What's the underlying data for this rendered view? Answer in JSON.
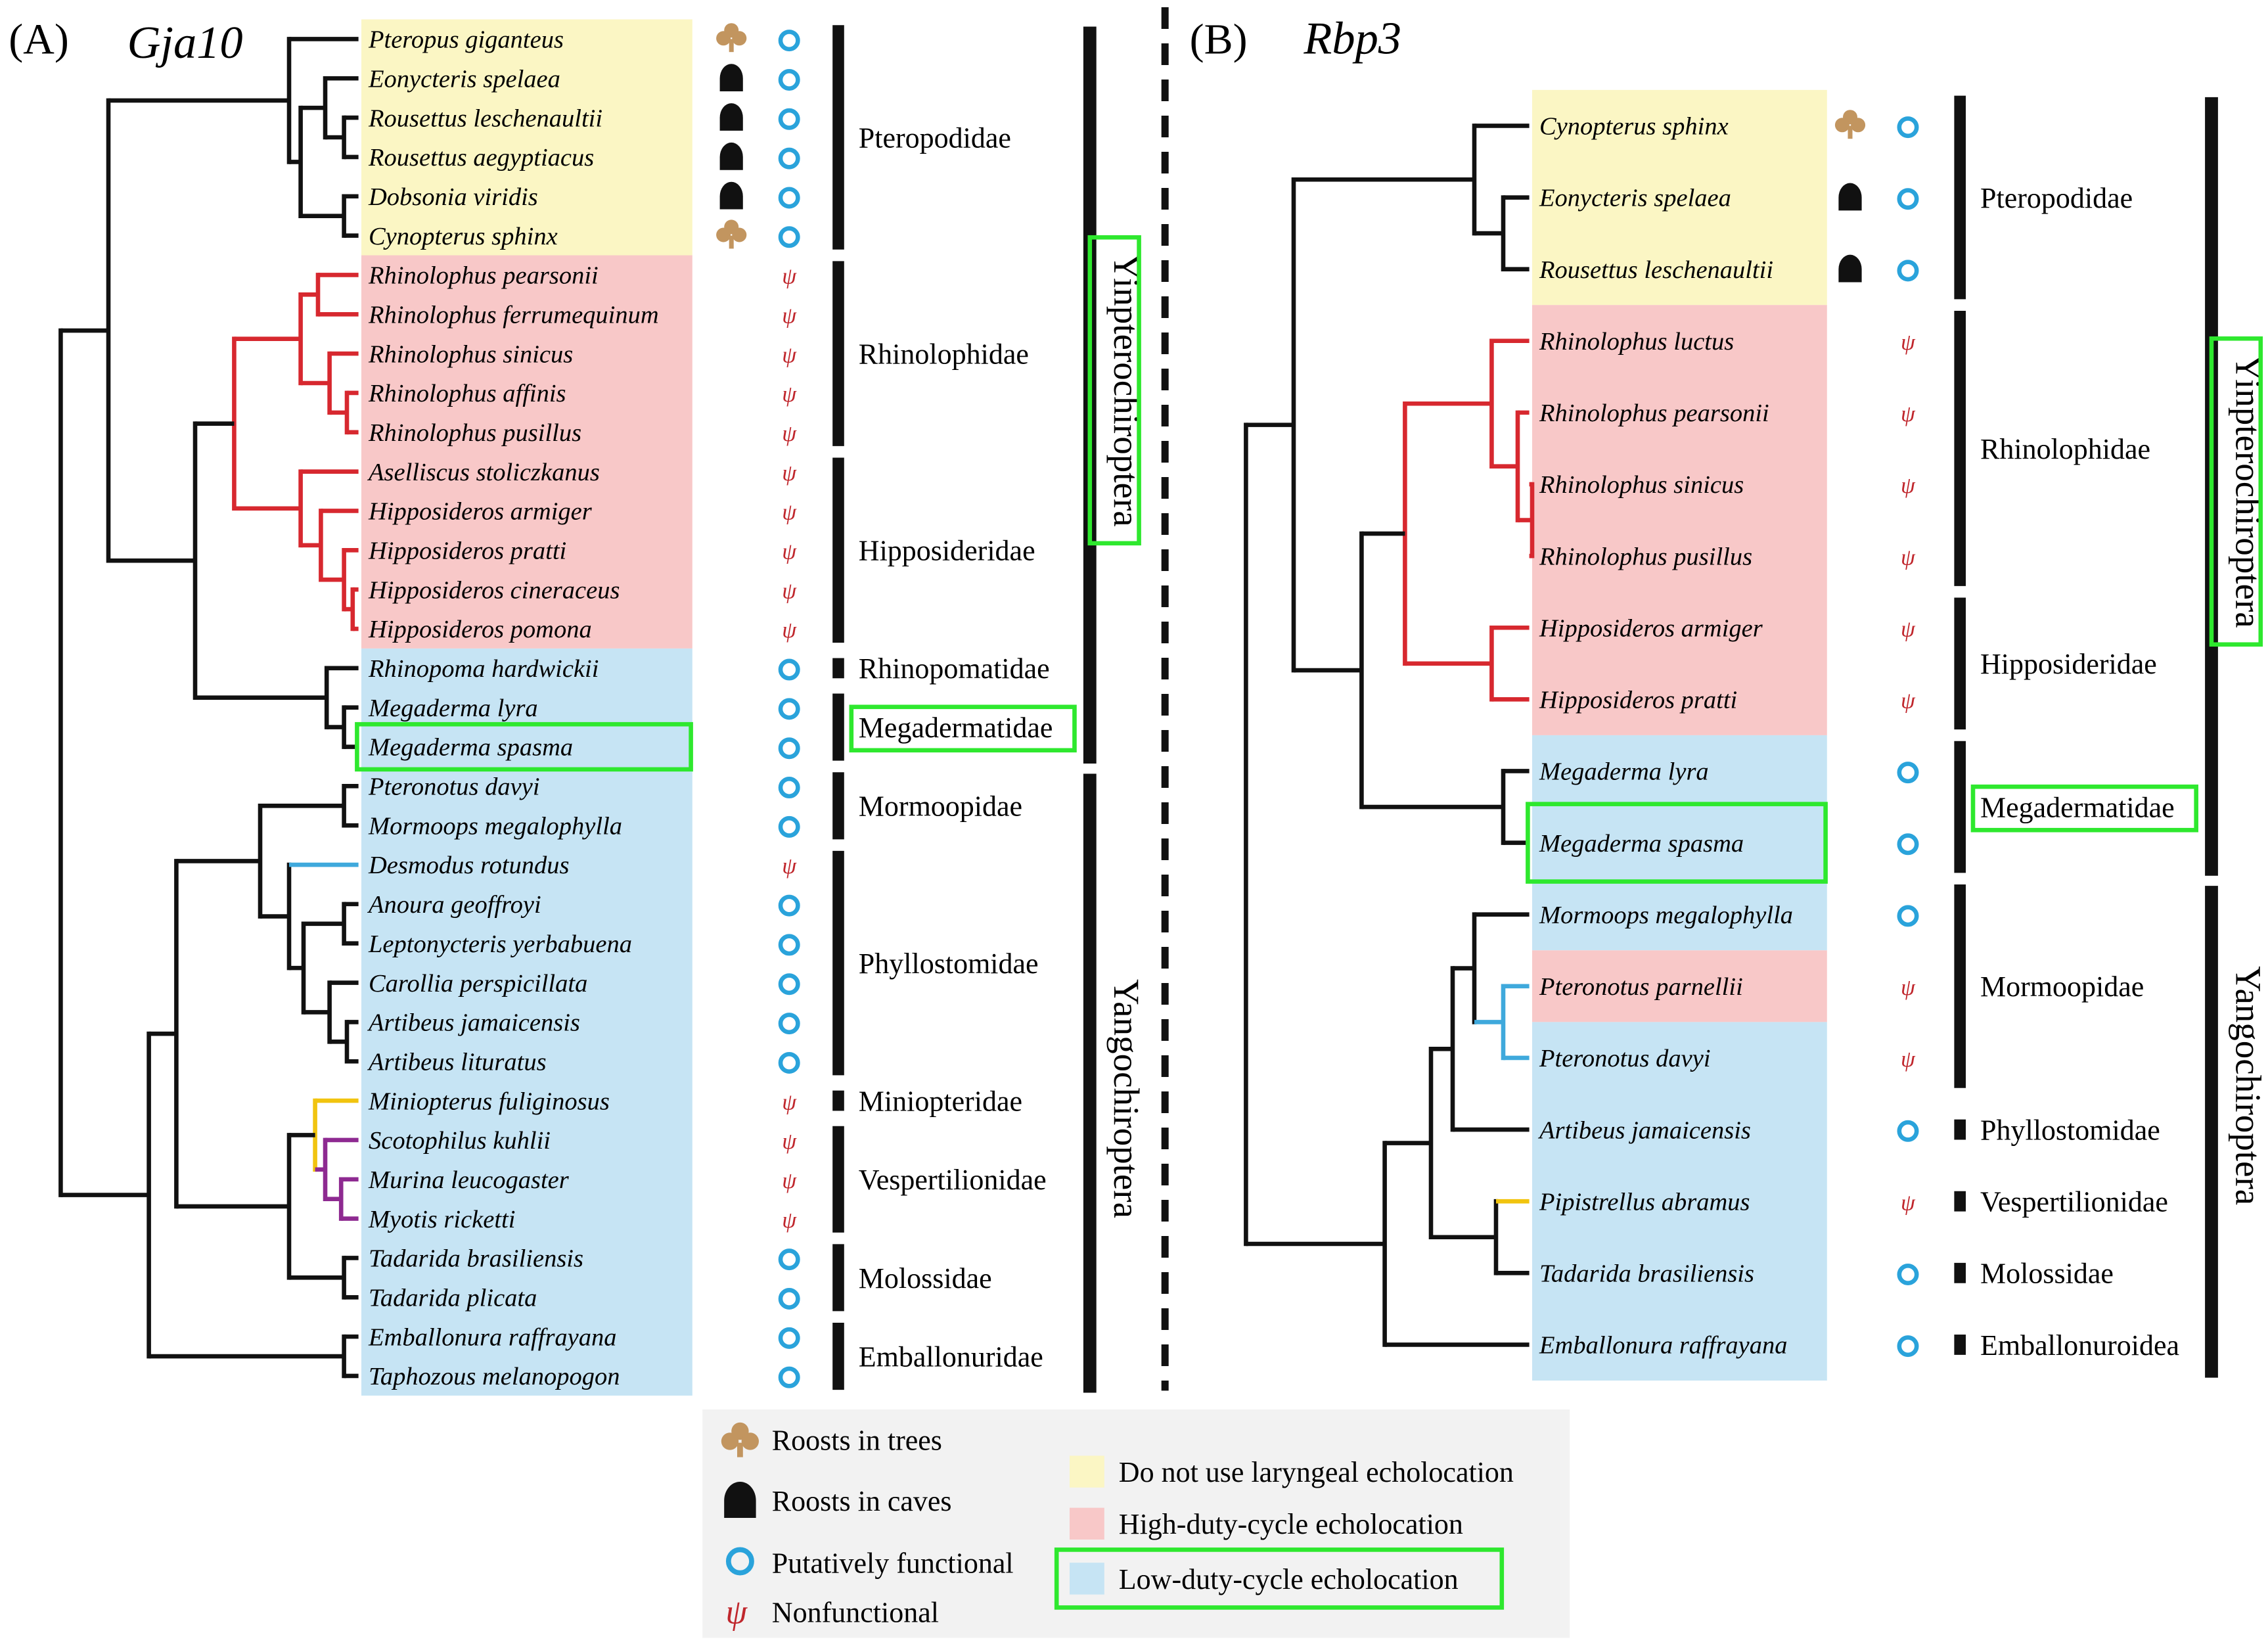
{
  "colors": {
    "yellow_bg": "#fbf6c4",
    "pink_bg": "#f8c8c8",
    "blue_bg": "#c6e4f4",
    "legend_bg": "#f2f2f2",
    "tree_black": "#111111",
    "tree_red": "#d7282f",
    "tree_blue": "#3fa9dc",
    "tree_yellow": "#f1c40f",
    "tree_purple": "#8e2a91",
    "highlight_green": "#2ee82e",
    "tree_icon": "#c2955f",
    "cave_icon": "#111111",
    "functional_icon": "#2aa3db",
    "nonfunctional_icon": "#c0272d"
  },
  "panel_a": {
    "label": "(A)",
    "gene": "Gja10",
    "species": [
      {
        "name": "Pteropus giganteus",
        "bg": "yellow",
        "roost": "tree",
        "status": "functional"
      },
      {
        "name": "Eonycteris spelaea",
        "bg": "yellow",
        "roost": "cave",
        "status": "functional"
      },
      {
        "name": "Rousettus leschenaultii",
        "bg": "yellow",
        "roost": "cave",
        "status": "functional"
      },
      {
        "name": "Rousettus aegyptiacus",
        "bg": "yellow",
        "roost": "cave",
        "status": "functional"
      },
      {
        "name": "Dobsonia viridis",
        "bg": "yellow",
        "roost": "cave",
        "status": "functional"
      },
      {
        "name": "Cynopterus sphinx",
        "bg": "yellow",
        "roost": "tree",
        "status": "functional"
      },
      {
        "name": "Rhinolophus pearsonii",
        "bg": "pink",
        "roost": "",
        "status": "nonfunctional"
      },
      {
        "name": "Rhinolophus ferrumequinum",
        "bg": "pink",
        "roost": "",
        "status": "nonfunctional"
      },
      {
        "name": "Rhinolophus sinicus",
        "bg": "pink",
        "roost": "",
        "status": "nonfunctional"
      },
      {
        "name": "Rhinolophus affinis",
        "bg": "pink",
        "roost": "",
        "status": "nonfunctional"
      },
      {
        "name": "Rhinolophus pusillus",
        "bg": "pink",
        "roost": "",
        "status": "nonfunctional"
      },
      {
        "name": "Aselliscus stoliczkanus",
        "bg": "pink",
        "roost": "",
        "status": "nonfunctional"
      },
      {
        "name": "Hipposideros armiger",
        "bg": "pink",
        "roost": "",
        "status": "nonfunctional"
      },
      {
        "name": "Hipposideros pratti",
        "bg": "pink",
        "roost": "",
        "status": "nonfunctional"
      },
      {
        "name": "Hipposideros cineraceus",
        "bg": "pink",
        "roost": "",
        "status": "nonfunctional"
      },
      {
        "name": "Hipposideros pomona",
        "bg": "pink",
        "roost": "",
        "status": "nonfunctional"
      },
      {
        "name": "Rhinopoma hardwickii",
        "bg": "blue",
        "roost": "",
        "status": "functional"
      },
      {
        "name": "Megaderma lyra",
        "bg": "blue",
        "roost": "",
        "status": "functional"
      },
      {
        "name": "Megaderma spasma",
        "bg": "blue",
        "roost": "",
        "status": "functional"
      },
      {
        "name": "Pteronotus davyi",
        "bg": "blue",
        "roost": "",
        "status": "functional"
      },
      {
        "name": "Mormoops megalophylla",
        "bg": "blue",
        "roost": "",
        "status": "functional"
      },
      {
        "name": "Desmodus rotundus",
        "bg": "blue",
        "roost": "",
        "status": "nonfunctional"
      },
      {
        "name": "Anoura geoffroyi",
        "bg": "blue",
        "roost": "",
        "status": "functional"
      },
      {
        "name": "Leptonycteris yerbabuena",
        "bg": "blue",
        "roost": "",
        "status": "functional"
      },
      {
        "name": "Carollia perspicillata",
        "bg": "blue",
        "roost": "",
        "status": "functional"
      },
      {
        "name": "Artibeus jamaicensis",
        "bg": "blue",
        "roost": "",
        "status": "functional"
      },
      {
        "name": "Artibeus lituratus",
        "bg": "blue",
        "roost": "",
        "status": "functional"
      },
      {
        "name": "Miniopterus fuliginosus",
        "bg": "blue",
        "roost": "",
        "status": "nonfunctional"
      },
      {
        "name": "Scotophilus kuhlii",
        "bg": "blue",
        "roost": "",
        "status": "nonfunctional"
      },
      {
        "name": "Murina leucogaster",
        "bg": "blue",
        "roost": "",
        "status": "nonfunctional"
      },
      {
        "name": "Myotis ricketti",
        "bg": "blue",
        "roost": "",
        "status": "nonfunctional"
      },
      {
        "name": "Tadarida brasiliensis",
        "bg": "blue",
        "roost": "",
        "status": "functional"
      },
      {
        "name": "Tadarida plicata",
        "bg": "blue",
        "roost": "",
        "status": "functional"
      },
      {
        "name": "Emballonura raffrayana",
        "bg": "blue",
        "roost": "",
        "status": "functional"
      },
      {
        "name": "Taphozous melanopogon",
        "bg": "blue",
        "roost": "",
        "status": "functional"
      }
    ],
    "families": [
      {
        "name": "Pteropodidae",
        "from": 0,
        "to": 5
      },
      {
        "name": "Rhinolophidae",
        "from": 6,
        "to": 10
      },
      {
        "name": "Hipposideridae",
        "from": 11,
        "to": 15
      },
      {
        "name": "Rhinopomatidae",
        "from": 16,
        "to": 16
      },
      {
        "name": "Megadermatidae",
        "from": 17,
        "to": 18,
        "boxed": true
      },
      {
        "name": "Mormoopidae",
        "from": 19,
        "to": 20
      },
      {
        "name": "Phyllostomidae",
        "from": 21,
        "to": 26
      },
      {
        "name": "Miniopteridae",
        "from": 27,
        "to": 27
      },
      {
        "name": "Vespertilionidae",
        "from": 28,
        "to": 30
      },
      {
        "name": "Molossidae",
        "from": 31,
        "to": 32
      },
      {
        "name": "Emballonuridae",
        "from": 33,
        "to": 34
      }
    ],
    "suborders": [
      {
        "name": "Yinpterochiroptera",
        "from": 0,
        "to": 18,
        "boxed": true
      },
      {
        "name": "Yangochiroptera",
        "from": 19,
        "to": 34
      }
    ],
    "boxed_species": [
      "Megaderma spasma"
    ]
  },
  "panel_b": {
    "label": "(B)",
    "gene": "Rbp3",
    "species": [
      {
        "name": "Cynopterus sphinx",
        "bg": "yellow",
        "roost": "tree",
        "status": "functional"
      },
      {
        "name": "Eonycteris spelaea",
        "bg": "yellow",
        "roost": "cave",
        "status": "functional"
      },
      {
        "name": "Rousettus leschenaultii",
        "bg": "yellow",
        "roost": "cave",
        "status": "functional"
      },
      {
        "name": "Rhinolophus luctus",
        "bg": "pink",
        "roost": "",
        "status": "nonfunctional"
      },
      {
        "name": "Rhinolophus pearsonii",
        "bg": "pink",
        "roost": "",
        "status": "nonfunctional"
      },
      {
        "name": "Rhinolophus sinicus",
        "bg": "pink",
        "roost": "",
        "status": "nonfunctional"
      },
      {
        "name": "Rhinolophus pusillus",
        "bg": "pink",
        "roost": "",
        "status": "nonfunctional"
      },
      {
        "name": "Hipposideros armiger",
        "bg": "pink",
        "roost": "",
        "status": "nonfunctional"
      },
      {
        "name": "Hipposideros pratti",
        "bg": "pink",
        "roost": "",
        "status": "nonfunctional"
      },
      {
        "name": "Megaderma lyra",
        "bg": "blue",
        "roost": "",
        "status": "functional"
      },
      {
        "name": "Megaderma spasma",
        "bg": "blue",
        "roost": "",
        "status": "functional"
      },
      {
        "name": "Mormoops megalophylla",
        "bg": "blue",
        "roost": "",
        "status": "functional"
      },
      {
        "name": "Pteronotus parnellii",
        "bg": "pink",
        "roost": "",
        "status": "nonfunctional"
      },
      {
        "name": "Pteronotus davyi",
        "bg": "blue",
        "roost": "",
        "status": "nonfunctional"
      },
      {
        "name": "Artibeus jamaicensis",
        "bg": "blue",
        "roost": "",
        "status": "functional"
      },
      {
        "name": "Pipistrellus abramus",
        "bg": "blue",
        "roost": "",
        "status": "nonfunctional"
      },
      {
        "name": "Tadarida brasiliensis",
        "bg": "blue",
        "roost": "",
        "status": "functional"
      },
      {
        "name": "Emballonura raffrayana",
        "bg": "blue",
        "roost": "",
        "status": "functional"
      }
    ],
    "families": [
      {
        "name": "Pteropodidae",
        "from": 0,
        "to": 2
      },
      {
        "name": "Rhinolophidae",
        "from": 3,
        "to": 6
      },
      {
        "name": "Hipposideridae",
        "from": 7,
        "to": 8
      },
      {
        "name": "Megadermatidae",
        "from": 9,
        "to": 10,
        "boxed": true
      },
      {
        "name": "Mormoopidae",
        "from": 11,
        "to": 13
      },
      {
        "name": "Phyllostomidae",
        "from": 14,
        "to": 14
      },
      {
        "name": "Vespertilionidae",
        "from": 15,
        "to": 15
      },
      {
        "name": "Molossidae",
        "from": 16,
        "to": 16
      },
      {
        "name": "Emballonuroidea",
        "from": 17,
        "to": 17
      }
    ],
    "suborders": [
      {
        "name": "Yinpterochiroptera",
        "from": 0,
        "to": 10,
        "boxed": true
      },
      {
        "name": "Yangochiroptera",
        "from": 11,
        "to": 17
      }
    ],
    "boxed_species": [
      "Megaderma spasma"
    ]
  },
  "legend": {
    "symbols": [
      {
        "icon": "tree-icon",
        "label": "Roosts in trees"
      },
      {
        "icon": "cave-icon",
        "label": "Roosts in caves"
      },
      {
        "icon": "functional-circle-icon",
        "label": "Putatively functional"
      },
      {
        "icon": "psi-icon",
        "label": "Nonfunctional"
      }
    ],
    "psi_glyph": "ψ",
    "backgrounds": [
      {
        "color": "yellow",
        "label": "Do not use laryngeal echolocation"
      },
      {
        "color": "pink",
        "label": "High-duty-cycle echolocation"
      },
      {
        "color": "blue",
        "label": "Low-duty-cycle echolocation",
        "boxed": true
      }
    ]
  }
}
